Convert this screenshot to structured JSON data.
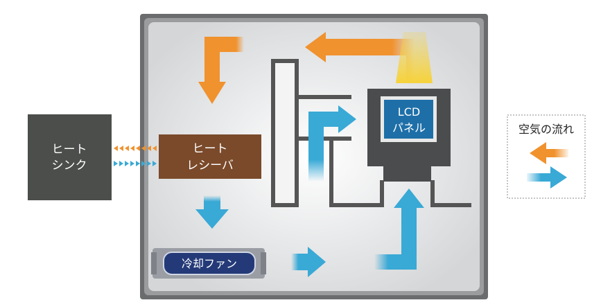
{
  "heat_sink": {
    "line1": "ヒート",
    "line2": "シンク"
  },
  "heat_receiver": {
    "line1": "ヒート",
    "line2": "レシーバ"
  },
  "lcd_panel": {
    "line1": "LCD",
    "line2": "パネル"
  },
  "cooling_fan": {
    "label": "冷却ファン"
  },
  "legend": {
    "title": "空気の流れ"
  },
  "colors": {
    "warm_air": "#f0922e",
    "cool_air": "#39a9d6",
    "heat_sink": "#4b4e4b",
    "heat_receiver": "#7a4a2a",
    "lcd": "#1e6fa8",
    "fan": "#243a78",
    "frame": "#555555"
  }
}
